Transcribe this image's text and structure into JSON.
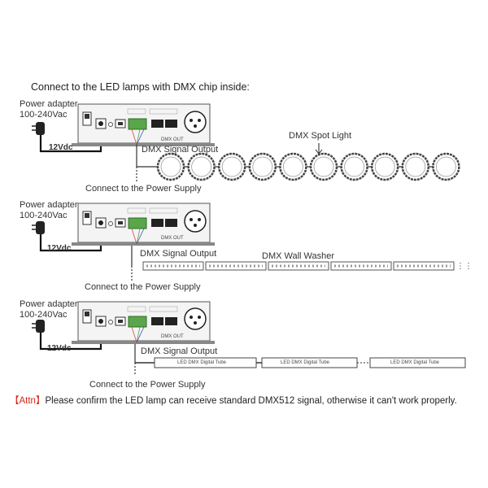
{
  "title": "Connect to the LED lamps with DMX chip inside:",
  "sections": [
    {
      "adapter_label_1": "Power adapter",
      "adapter_label_2": "100-240Vac",
      "voltage": "12Vdc",
      "signal_label": "DMX Signal Output",
      "power_label": "Connect to the Power Supply",
      "lamp_label": "DMX Spot Light",
      "port_label": "DMX OUT"
    },
    {
      "adapter_label_1": "Power adapter",
      "adapter_label_2": "100-240Vac",
      "voltage": "12Vdc",
      "signal_label": "DMX Signal Output",
      "power_label": "Connect to the Power Supply",
      "lamp_label": "DMX Wall Washer",
      "port_label": "DMX OUT"
    },
    {
      "adapter_label_1": "Power adapter",
      "adapter_label_2": "100-240Vac",
      "voltage": "12Vdc",
      "signal_label": "DMX Signal Output",
      "power_label": "Connect to the Power Supply",
      "lamp_label": "LED DMX Digital Tube",
      "port_label": "DMX OUT"
    }
  ],
  "attn": {
    "tag": "【Attn】",
    "text": "Please confirm the LED lamp can receive standard DMX512 signal, otherwise it can't work properly."
  },
  "colors": {
    "terminal": "#5aa64a",
    "attn": "#d8261c",
    "device": "#f4f4f4"
  }
}
